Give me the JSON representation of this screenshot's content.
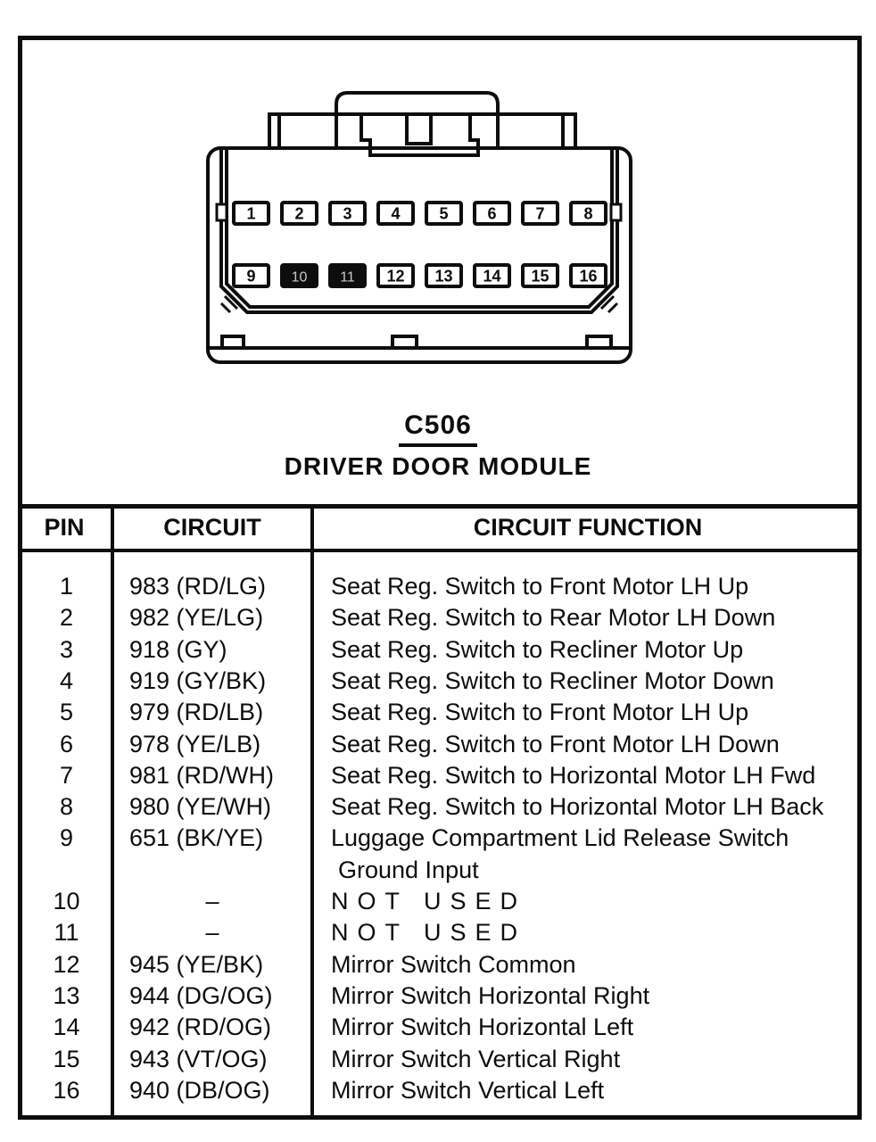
{
  "figure": {
    "connector_id": "C506",
    "connector_name": "DRIVER DOOR MODULE",
    "pins_row1": [
      "1",
      "2",
      "3",
      "4",
      "5",
      "6",
      "7",
      "8"
    ],
    "pins_row2": [
      "9",
      "10",
      "11",
      "12",
      "13",
      "14",
      "15",
      "16"
    ],
    "highlighted_pins": [
      "10",
      "11"
    ]
  },
  "table": {
    "headers": [
      "PIN",
      "CIRCUIT",
      "CIRCUIT FUNCTION"
    ],
    "rows": [
      {
        "pin": "1",
        "circuit": "983 (RD/LG)",
        "function": "Seat Reg. Switch to Front Motor LH Up"
      },
      {
        "pin": "2",
        "circuit": "982 (YE/LG)",
        "function": "Seat Reg. Switch to Rear Motor LH Down"
      },
      {
        "pin": "3",
        "circuit": "918 (GY)",
        "function": "Seat Reg. Switch to Recliner Motor Up"
      },
      {
        "pin": "4",
        "circuit": "919 (GY/BK)",
        "function": "Seat Reg. Switch to Recliner Motor Down"
      },
      {
        "pin": "5",
        "circuit": "979 (RD/LB)",
        "function": "Seat Reg. Switch to Front Motor LH Up"
      },
      {
        "pin": "6",
        "circuit": "978 (YE/LB)",
        "function": "Seat Reg. Switch to Front Motor LH Down"
      },
      {
        "pin": "7",
        "circuit": "981 (RD/WH)",
        "function": "Seat Reg. Switch to Horizontal Motor LH Fwd"
      },
      {
        "pin": "8",
        "circuit": "980 (YE/WH)",
        "function": "Seat Reg. Switch to Horizontal Motor LH Back"
      },
      {
        "pin": "9",
        "circuit": "651 (BK/YE)",
        "function": "Luggage Compartment Lid Release Switch",
        "function_line2": "Ground Input"
      },
      {
        "pin": "10",
        "circuit": "–",
        "function": "NOT USED"
      },
      {
        "pin": "11",
        "circuit": "–",
        "function": "NOT USED"
      },
      {
        "pin": "12",
        "circuit": "945 (YE/BK)",
        "function": "Mirror Switch Common"
      },
      {
        "pin": "13",
        "circuit": "944 (DG/OG)",
        "function": "Mirror Switch Horizontal Right"
      },
      {
        "pin": "14",
        "circuit": "942 (RD/OG)",
        "function": "Mirror Switch Horizontal Left"
      },
      {
        "pin": "15",
        "circuit": "943 (VT/OG)",
        "function": "Mirror Switch Vertical Right"
      },
      {
        "pin": "16",
        "circuit": "940 (DB/OG)",
        "function": "Mirror Switch Vertical Left"
      }
    ]
  },
  "colors": {
    "ink": "#0d0d0d",
    "paper": "#ffffff",
    "dim_pin_label": "#c9c9c9"
  }
}
